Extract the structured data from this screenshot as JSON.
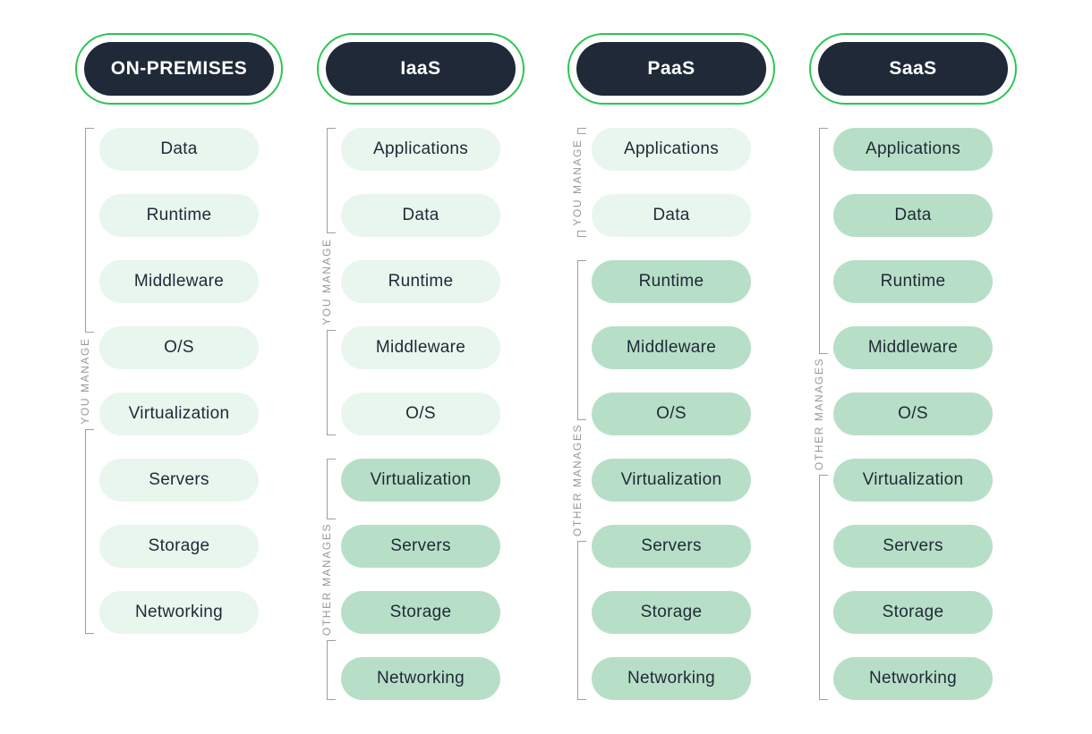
{
  "colors": {
    "background": "#ffffff",
    "header_bg": "#1f2937",
    "header_text": "#ffffff",
    "ring_green": "#29c650",
    "you_manage_pill": "#e8f6ee",
    "other_manages_pill": "#b7dfc7",
    "pill_text": "#1f2937",
    "bracket_line": "#9aa0a2",
    "bracket_label_text": "#96989a"
  },
  "legend": {
    "you_manage": "YOU MANAGE",
    "other_manages": "OTHER MANAGES"
  },
  "columns": [
    {
      "header": "ON-PREMISES",
      "items": [
        {
          "label": "Data",
          "managed_by": "you"
        },
        {
          "label": "Runtime",
          "managed_by": "you"
        },
        {
          "label": "Middleware",
          "managed_by": "you"
        },
        {
          "label": "O/S",
          "managed_by": "you"
        },
        {
          "label": "Virtualization",
          "managed_by": "you"
        },
        {
          "label": "Servers",
          "managed_by": "you"
        },
        {
          "label": "Storage",
          "managed_by": "you"
        },
        {
          "label": "Networking",
          "managed_by": "you"
        }
      ],
      "brackets": [
        {
          "label": "YOU MANAGE",
          "from": 1,
          "to": 8
        }
      ]
    },
    {
      "header": "IaaS",
      "items": [
        {
          "label": "Applications",
          "managed_by": "you"
        },
        {
          "label": "Data",
          "managed_by": "you"
        },
        {
          "label": "Runtime",
          "managed_by": "you"
        },
        {
          "label": "Middleware",
          "managed_by": "you"
        },
        {
          "label": "O/S",
          "managed_by": "you"
        },
        {
          "label": "Virtualization",
          "managed_by": "other"
        },
        {
          "label": "Servers",
          "managed_by": "other"
        },
        {
          "label": "Storage",
          "managed_by": "other"
        },
        {
          "label": "Networking",
          "managed_by": "other"
        }
      ],
      "brackets": [
        {
          "label": "YOU MANAGE",
          "from": 1,
          "to": 5
        },
        {
          "label": "OTHER MANAGES",
          "from": 6,
          "to": 9
        }
      ]
    },
    {
      "header": "PaaS",
      "items": [
        {
          "label": "Applications",
          "managed_by": "you"
        },
        {
          "label": "Data",
          "managed_by": "you"
        },
        {
          "label": "Runtime",
          "managed_by": "other"
        },
        {
          "label": "Middleware",
          "managed_by": "other"
        },
        {
          "label": "O/S",
          "managed_by": "other"
        },
        {
          "label": "Virtualization",
          "managed_by": "other"
        },
        {
          "label": "Servers",
          "managed_by": "other"
        },
        {
          "label": "Storage",
          "managed_by": "other"
        },
        {
          "label": "Networking",
          "managed_by": "other"
        }
      ],
      "brackets": [
        {
          "label": "YOU MANAGE",
          "from": 1,
          "to": 2
        },
        {
          "label": "OTHER MANAGES",
          "from": 3,
          "to": 9
        }
      ]
    },
    {
      "header": "SaaS",
      "items": [
        {
          "label": "Applications",
          "managed_by": "other"
        },
        {
          "label": "Data",
          "managed_by": "other"
        },
        {
          "label": "Runtime",
          "managed_by": "other"
        },
        {
          "label": "Middleware",
          "managed_by": "other"
        },
        {
          "label": "O/S",
          "managed_by": "other"
        },
        {
          "label": "Virtualization",
          "managed_by": "other"
        },
        {
          "label": "Servers",
          "managed_by": "other"
        },
        {
          "label": "Storage",
          "managed_by": "other"
        },
        {
          "label": "Networking",
          "managed_by": "other"
        }
      ],
      "brackets": [
        {
          "label": "OTHER MANAGES",
          "from": 1,
          "to": 9
        }
      ]
    }
  ]
}
